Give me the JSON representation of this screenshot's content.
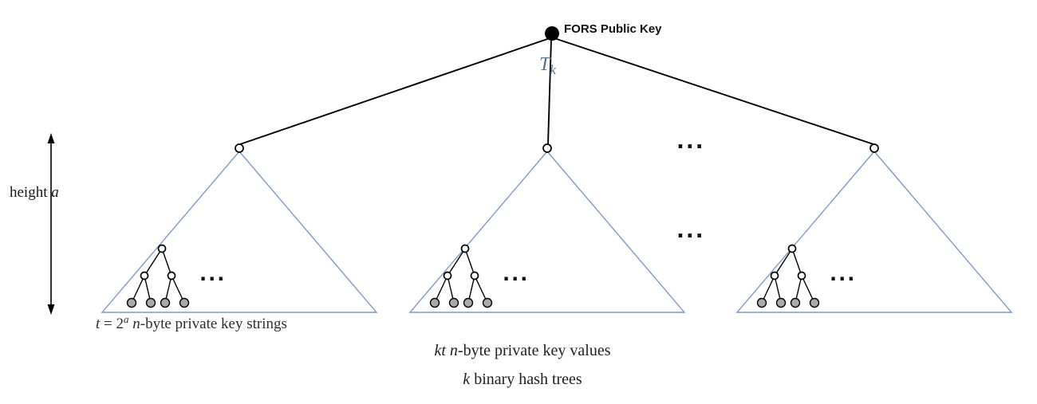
{
  "figure": {
    "public_key_label": "FORS Public Key",
    "root": {
      "main": "T",
      "sub": "k"
    },
    "height": {
      "word": "height ",
      "var": "a"
    },
    "dots": "...",
    "leaf_caption": {
      "t": "t",
      "eq": " = 2",
      "exp": "a",
      "sp": " ",
      "n": "n",
      "rest": "-byte private key strings"
    },
    "caption1": {
      "kt": "kt",
      "sp": " ",
      "n": "n",
      "rest": "-byte private key values"
    },
    "caption2": {
      "k": "k",
      "rest": " binary hash trees"
    }
  },
  "colors": {
    "triangle-stroke": "#7d9cc6",
    "leaf-fill": "#a9a9a9",
    "root-label": "#4f7296",
    "edge": "#000000"
  }
}
